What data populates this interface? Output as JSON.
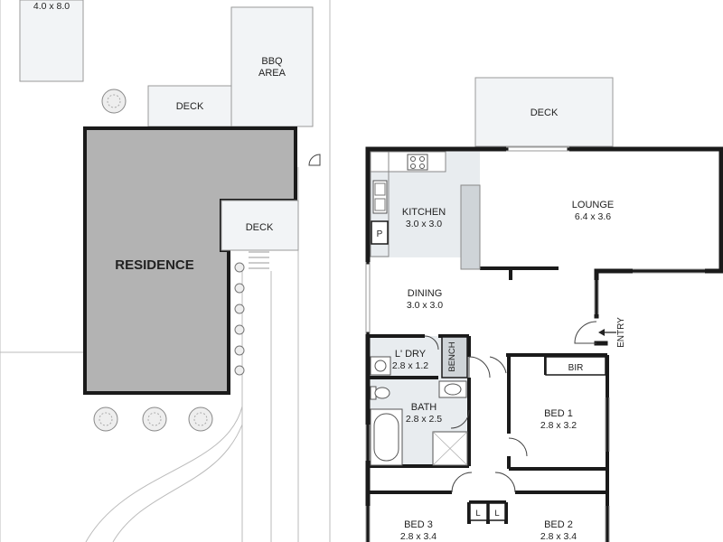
{
  "site": {
    "shed_dims": "4.0 x 8.0",
    "bbq_line1": "BBQ",
    "bbq_line2": "AREA",
    "deck_label": "DECK",
    "residence_label": "RESIDENCE"
  },
  "plan": {
    "deck_label": "DECK",
    "rooms": [
      {
        "name": "KITCHEN",
        "size": "3.0 x 3.0"
      },
      {
        "name": "LOUNGE",
        "size": "6.4 x 3.6"
      },
      {
        "name": "DINING",
        "size": "3.0 x 3.0"
      },
      {
        "name": "L' DRY",
        "size": "2.8 x 1.2"
      },
      {
        "name": "BATH",
        "size": "2.8 x 2.5"
      },
      {
        "name": "BED 1",
        "size": "2.8 x 3.2"
      },
      {
        "name": "BED 2",
        "size": "2.8 x 3.4"
      },
      {
        "name": "BED 3",
        "size": "2.8 x 3.4"
      }
    ],
    "pantry_label": "P",
    "bench_label": "BENCH",
    "bir_label": "BIR",
    "linen_label": "L",
    "entry_label": "ENTRY"
  },
  "colors": {
    "wall": "#1a1a1a",
    "residence_fill": "#b3b3b3",
    "wet_area_fill": "#e8ecef",
    "outdoor_fill": "#f2f4f6",
    "line": "#9a9a9a"
  }
}
